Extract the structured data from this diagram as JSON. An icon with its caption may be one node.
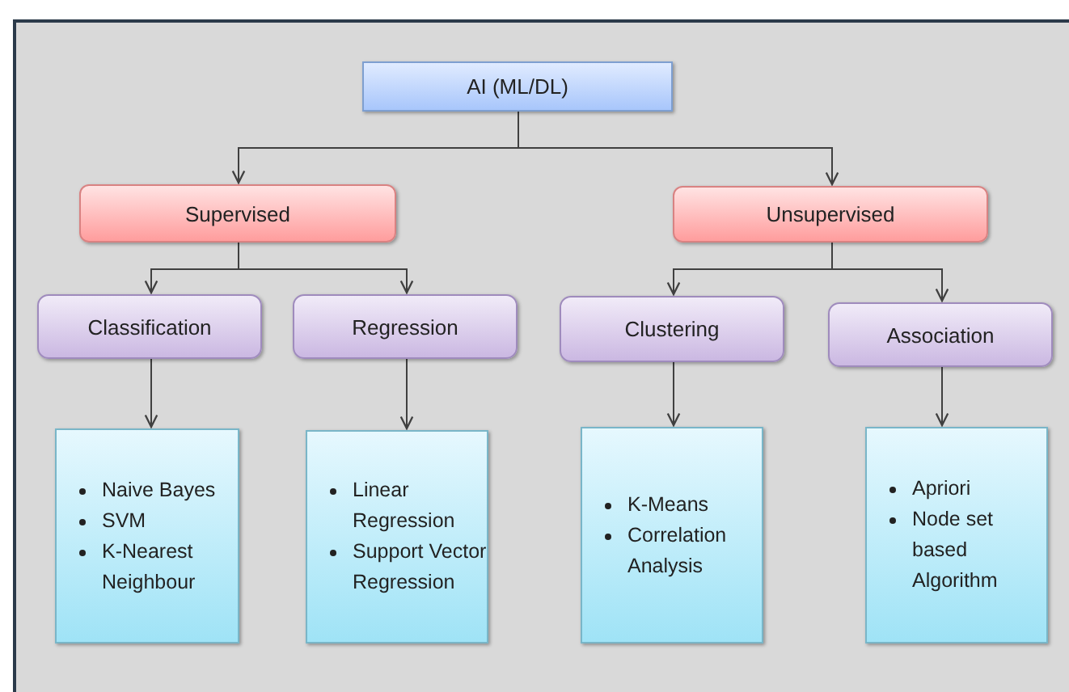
{
  "diagram": {
    "nodes": [
      {
        "text": [
          "AI (ML/DL)"
        ]
      },
      {
        "text": [
          "Supervised"
        ]
      },
      {
        "text": [
          "Unsupervised"
        ]
      },
      {
        "text": [
          "Classification"
        ]
      },
      {
        "text": [
          "Regression"
        ]
      },
      {
        "text": [
          "Clustering"
        ]
      },
      {
        "text": [
          "Association"
        ]
      },
      {
        "text": [
          "Naive Bayes",
          "SVM",
          "K-Nearest Neighbour"
        ]
      },
      {
        "text": [
          "Linear Regression",
          "Support Vector Regression"
        ]
      },
      {
        "text": [
          "K-Means",
          "Correlation Analysis"
        ]
      },
      {
        "text": [
          "Apriori",
          "Node set based Algorithm"
        ]
      }
    ],
    "edges": [
      {
        "from": 0,
        "to": 1,
        "arrow": "to"
      },
      {
        "from": 0,
        "to": 2,
        "arrow": "to"
      },
      {
        "from": 1,
        "to": 3,
        "arrow": "to"
      },
      {
        "from": 1,
        "to": 4,
        "arrow": "to"
      },
      {
        "from": 2,
        "to": 5,
        "arrow": "to"
      },
      {
        "from": 2,
        "to": 6,
        "arrow": "to"
      },
      {
        "from": 3,
        "to": 7,
        "arrow": "to"
      },
      {
        "from": 4,
        "to": 8,
        "arrow": "to"
      },
      {
        "from": 5,
        "to": 9,
        "arrow": "to"
      },
      {
        "from": 6,
        "to": 10,
        "arrow": "to"
      }
    ]
  }
}
